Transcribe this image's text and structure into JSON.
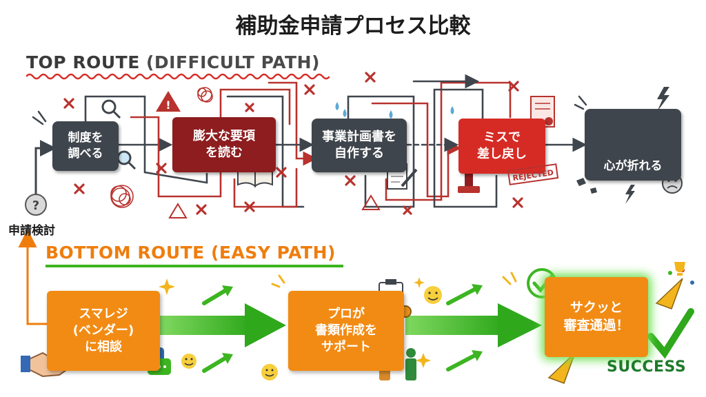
{
  "title": "補助金申請プロセス比較",
  "top_route": {
    "label_main": "TOP ROUTE ",
    "label_paren": "(DIFFICULT PATH)",
    "steps": [
      {
        "text": "制度を\n調べる"
      },
      {
        "text": "膨大な要項\nを読む"
      },
      {
        "text": "事業計画書を\n自作する"
      },
      {
        "text": "ミスで\n差し戻し"
      },
      {
        "text": "心が折れる"
      }
    ],
    "stamp_text": "REJECTED"
  },
  "start_label": "申請検討",
  "bottom_route": {
    "label": "BOTTOM ROUTE (EASY PATH)",
    "steps": [
      {
        "text": "スマレジ\n(ベンダー)\nに相談"
      },
      {
        "text": "プロが\n書類作成を\nサポート"
      },
      {
        "text": "サクッと\n審査通過！"
      }
    ],
    "success_text": "SUCCESS"
  },
  "colors": {
    "dark": "#3f454c",
    "red": "#8d1d1f",
    "bright_red": "#d62b25",
    "orange": "#f28b14",
    "green": "#3cb521"
  }
}
